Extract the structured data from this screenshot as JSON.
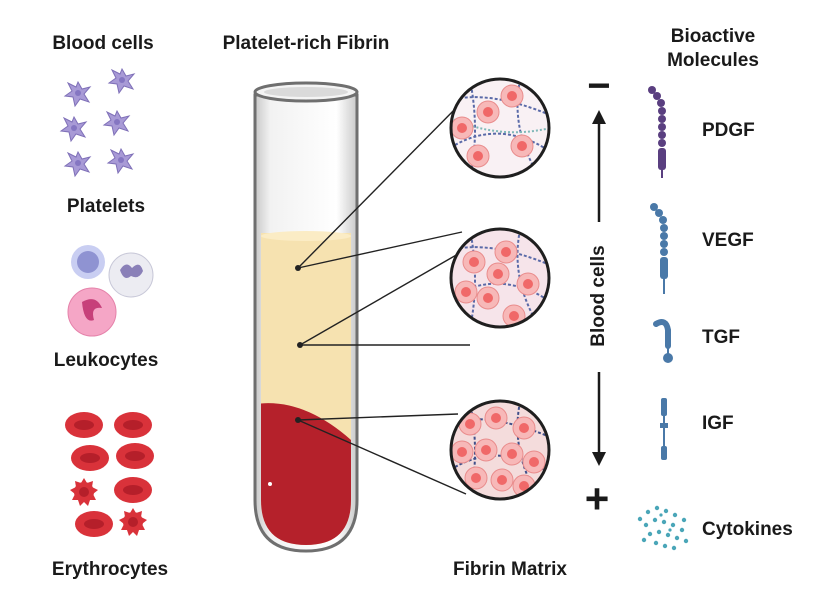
{
  "headings": {
    "blood_cells": "Blood cells",
    "prf": "Platelet-rich Fibrin",
    "bioactive": "Bioactive\nMolecules",
    "fibrin_matrix": "Fibrin Matrix"
  },
  "cells": {
    "platelets": "Platelets",
    "leukocytes": "Leukocytes",
    "erythrocytes": "Erythrocytes"
  },
  "gradient": {
    "label": "Blood cells",
    "minus": "−",
    "plus": "+"
  },
  "molecules": [
    {
      "label": "PDGF",
      "icon": "pdgf-chain-icon",
      "color": "#5a3f80"
    },
    {
      "label": "VEGF",
      "icon": "vegf-chain-icon",
      "color": "#4a79a8"
    },
    {
      "label": "TGF",
      "icon": "tgf-hook-icon",
      "color": "#4a79a8"
    },
    {
      "label": "IGF",
      "icon": "igf-chain-icon",
      "color": "#4a79a8"
    },
    {
      "label": "Cytokines",
      "icon": "cytokine-dots-icon",
      "color": "#4aa6b8"
    }
  ],
  "colors": {
    "plasma": "#f6e2b0",
    "red_layer": "#b5212b",
    "platelet": "#a89ad6",
    "erythrocyte": "#d9323a",
    "fibrin_bg": "#f3d3d3"
  }
}
